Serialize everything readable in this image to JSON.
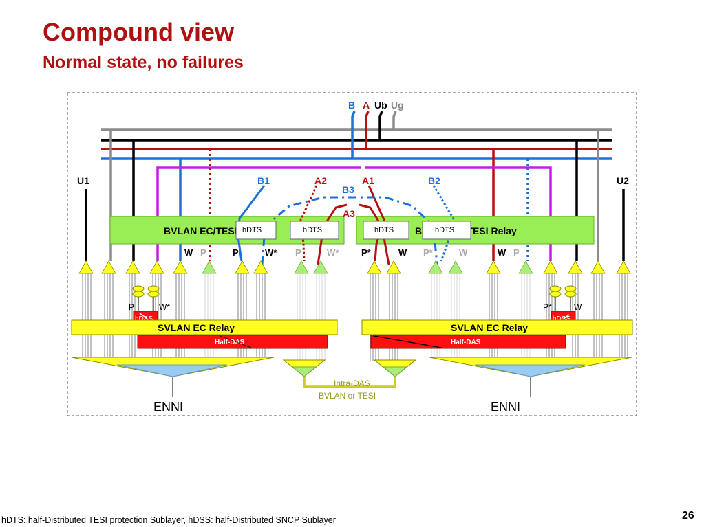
{
  "slide": {
    "title": "Compound view",
    "subtitle": "Normal state, no failures",
    "footer": "hDTS: half-Distributed TESI protection Sublayer,   hDSS: half-Distributed SNCP Sublayer",
    "page_number": "26"
  },
  "colors": {
    "blue": "#1e6fd9",
    "red": "#b81010",
    "black": "#000000",
    "gray": "#8c8c8c",
    "purple": "#c020e0",
    "green_box": "#99ee55",
    "yellow": "#ffff22",
    "bright_red": "#ff1010",
    "light_blue": "#99ccf2",
    "olive": "#999922"
  },
  "diagram": {
    "bus_labels": {
      "b": "B",
      "a": "A",
      "ub": "Ub",
      "ug": "Ug"
    },
    "port_labels": {
      "u1": "U1",
      "u2": "U2",
      "b1": "B1",
      "a2": "A2",
      "a1": "A1",
      "b2": "B2",
      "b3": "B3",
      "a3": "A3"
    },
    "bvlan_left": {
      "label": "BVLAN EC/TESI Relay"
    },
    "bvlan_right": {
      "label": "BVLAN EC/TESI Relay"
    },
    "hdts_boxes": [
      "hDTS",
      "hDTS",
      "hDTS",
      "hDTS"
    ],
    "wp_left": [
      {
        "text": "W",
        "muted": false
      },
      {
        "text": "P",
        "muted": true
      },
      {
        "text": "P",
        "muted": false
      },
      {
        "text": "W*",
        "muted": false
      },
      {
        "text": "P",
        "muted": true
      },
      {
        "text": "W*",
        "muted": true
      }
    ],
    "wp_right": [
      {
        "text": "P*",
        "muted": false
      },
      {
        "text": "W",
        "muted": false
      },
      {
        "text": "P*",
        "muted": true
      },
      {
        "text": "W",
        "muted": true
      },
      {
        "text": "W",
        "muted": false
      },
      {
        "text": "P",
        "muted": true
      }
    ],
    "hdss_left": {
      "label": "hDSS",
      "p": "P",
      "w": "W*"
    },
    "hdss_right": {
      "label": "hDSS",
      "p": "P*",
      "w": "W"
    },
    "svlan_left": "SVLAN EC Relay",
    "svlan_right": "SVLAN EC Relay",
    "half_das_left": "Half-DAS",
    "half_das_right": "Half-DAS",
    "intra_das": {
      "line1": "Intra-DAS",
      "line2": "BVLAN or TESI"
    },
    "enni_left": "ENNI",
    "enni_right": "ENNI"
  }
}
